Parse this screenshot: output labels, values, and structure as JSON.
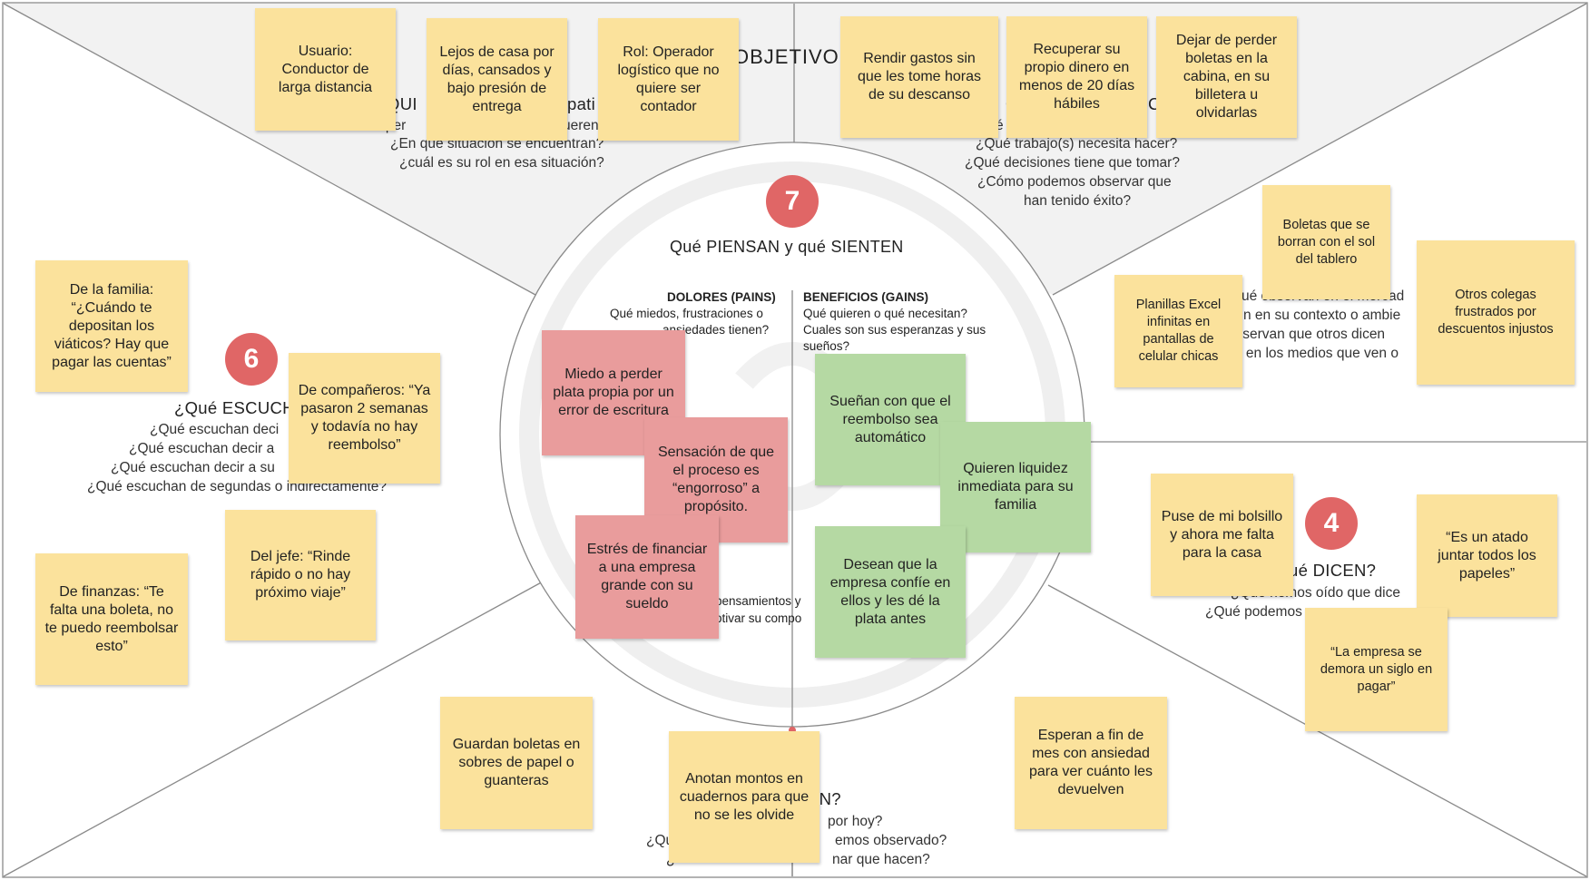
{
  "colors": {
    "sticky": "#fbe29c",
    "pain": "#e99c9c",
    "gain": "#b5d9a3",
    "badge": "#e06666",
    "top_band": "#f2f2f2",
    "lines": "#8a8a8a"
  },
  "sections": {
    "objetivo_heading": "OBJETIVO",
    "quien_heading_visible": "n QUI",
    "quien_heading_tail": "pati",
    "quien_prompt_1": "a per",
    "quien_prompt_1b": "ueren",
    "quien_prompt_2": "¿En qué situación se encuentran?",
    "quien_prompt_3": "¿cuál es su rol en esa situación?",
    "hacer_heading_visible": "Q",
    "hacer_heading_tail": "C",
    "hacer_prompt_0": "é",
    "hacer_prompt_0b": "er",
    "hacer_prompt_1": "¿Qué trabajo(s) necesita hacer?",
    "hacer_prompt_2": "¿Qué decisiones tiene que tomar?",
    "hacer_prompt_3": "¿Cómo podemos observar que",
    "hacer_prompt_4": "han tenido éxito?",
    "ven_prompt_1": "ué observan en el mercad",
    "ven_prompt_2": "n en su contexto o ambie",
    "ven_prompt_3": "observan  que otros dicen",
    "ven_prompt_4": "n en los medios que ven o",
    "dicen_heading": "ué DICEN?",
    "dicen_prompt_1": "¿Qué hemos oído que dice",
    "dicen_prompt_2": "¿Qué podemos",
    "hacen_heading": "EN?",
    "hacen_prompt_1": "por hoy?",
    "hacen_prompt_2": "¿Qu",
    "hacen_prompt_2b": "emos observado?",
    "hacen_prompt_3": "¿",
    "hacen_prompt_3b": "nar que hacen?",
    "escuchan_heading": "¿Qué ESCUCH",
    "escuchan_prompt_1": "¿Qué escuchan deci",
    "escuchan_prompt_2": "¿Qué escuchan decir a",
    "escuchan_prompt_3": "¿Qué escuchan decir a su",
    "escuchan_prompt_4": "¿Qué escuchan de segundas o indirectamente?",
    "piensan_heading": "Qué PIENSAN y qué SIENTEN",
    "pains_title": "DOLORES (PAINS)",
    "pains_q1": "Qué miedos, frustraciones o",
    "pains_q2": "ansiedades tienen?",
    "gains_title": "BENEFICIOS (GAINS)",
    "gains_q1": "Qué quieren o qué necesitan?",
    "gains_q2": "Cuales son sus esperanzas y sus",
    "gains_q3": "sueños?",
    "center_bottom_1": "pensamientos y",
    "center_bottom_2": "otivar su compo"
  },
  "badges": {
    "seven": "7",
    "six": "6",
    "four": "4"
  },
  "notes": {
    "usuario": "Usuario: Conductor de larga distancia",
    "lejos": "Lejos de casa por días, cansados y bajo presión de entrega",
    "rol": "Rol: Operador logístico que no quiere ser contador",
    "rendir": "Rendir gastos sin que les tome horas de su descanso",
    "recuperar": "Recuperar su propio dinero en menos de 20 días hábiles",
    "dejar": "Dejar de perder boletas en la cabina, en su billetera u olvidarlas",
    "boletas_sol": "Boletas que se borran con el sol del tablero",
    "planillas": "Planillas Excel infinitas en pantallas de celular chicas",
    "colegas": "Otros colegas frustrados por descuentos injustos",
    "familia": "De la familia: “¿Cuándo te depositan los viáticos? Hay que pagar las cuentas”",
    "companeros": "De compañeros: “Ya pasaron 2 semanas y todavía no hay reembolso”",
    "jefe": "Del jefe: “Rinde rápido o no hay próximo viaje”",
    "finanzas": "De finanzas: “Te falta una boleta, no te puedo reembolsar esto”",
    "miedo": "Miedo a perder plata propia por un error de escritura",
    "sensacion": "Sensación de que el proceso es “engorroso” a propósito.",
    "estres": "Estrés de financiar a una empresa grande con su sueldo",
    "suenan": "Sueñan con que el reembolso sea automático",
    "liquidez": "Quieren liquidez inmediata para su familia",
    "desean": "Desean que la empresa confíe en ellos y les dé la plata antes",
    "puse": "Puse de mi bolsillo y ahora me falta para la casa",
    "atado": "“Es un atado juntar todos los papeles”",
    "siglo": "“La empresa se demora un siglo en pagar”",
    "guardan": "Guardan boletas en sobres de papel o guanteras",
    "anotan": "Anotan montos en cuadernos para que no se les olvide",
    "esperan": "Esperan a fin de mes con ansiedad para ver cuánto les devuelven"
  }
}
